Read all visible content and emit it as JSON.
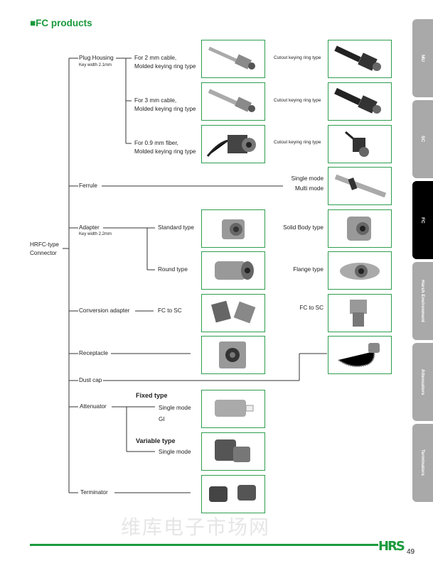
{
  "title": "■FC products",
  "watermark": "维库电子市场网",
  "root": {
    "line1": "HRFC-type",
    "line2": "Connector"
  },
  "plug_housing": {
    "label": "Plug Housing",
    "sub": "Key width 2.1mm",
    "items": [
      {
        "line1": "For 2 mm cable,",
        "line2": "Molded keying ring type",
        "right": "Cutout keying ring type"
      },
      {
        "line1": "For 3 mm cable,",
        "line2": "Molded keying ring type",
        "right": "Cutout keying ring type"
      },
      {
        "line1": "For 0.9 mm fiber,",
        "line2": "Molded keying ring type",
        "right": "Cutout keying ring type"
      }
    ]
  },
  "ferrule": {
    "label": "Ferrule",
    "right1": "Single mode",
    "right2": "Multi mode"
  },
  "adapter": {
    "label": "Adapter",
    "sub": "Key width 2.2mm",
    "standard": "Standard type",
    "round": "Round type",
    "solid": "Solid Body type",
    "flange": "Flange type"
  },
  "conversion": {
    "label": "Conversion adapter",
    "item": "FC to SC",
    "right": "FC to SC"
  },
  "receptacle": {
    "label": "Receptacle"
  },
  "dust_cap": {
    "label": "Dust cap"
  },
  "attenuator": {
    "label": "Attenuator",
    "fixed": "Fixed type",
    "fixed_sm": "Single mode",
    "fixed_gi": "GI",
    "variable": "Variable type",
    "variable_sm": "Single mode"
  },
  "terminator": {
    "label": "Terminator"
  },
  "tabs": [
    {
      "label": "MU",
      "active": false
    },
    {
      "label": "SC",
      "active": false
    },
    {
      "label": "FC",
      "active": true
    },
    {
      "label": "Harsh Environment",
      "active": false
    },
    {
      "label": "Attenuators",
      "active": false
    },
    {
      "label": "Terminators",
      "active": false
    }
  ],
  "footer": {
    "logo": "HRS",
    "page": "49"
  },
  "colors": {
    "accent": "#1a9a3c",
    "tab": "#a9a9a9",
    "tab_active": "#000000"
  }
}
